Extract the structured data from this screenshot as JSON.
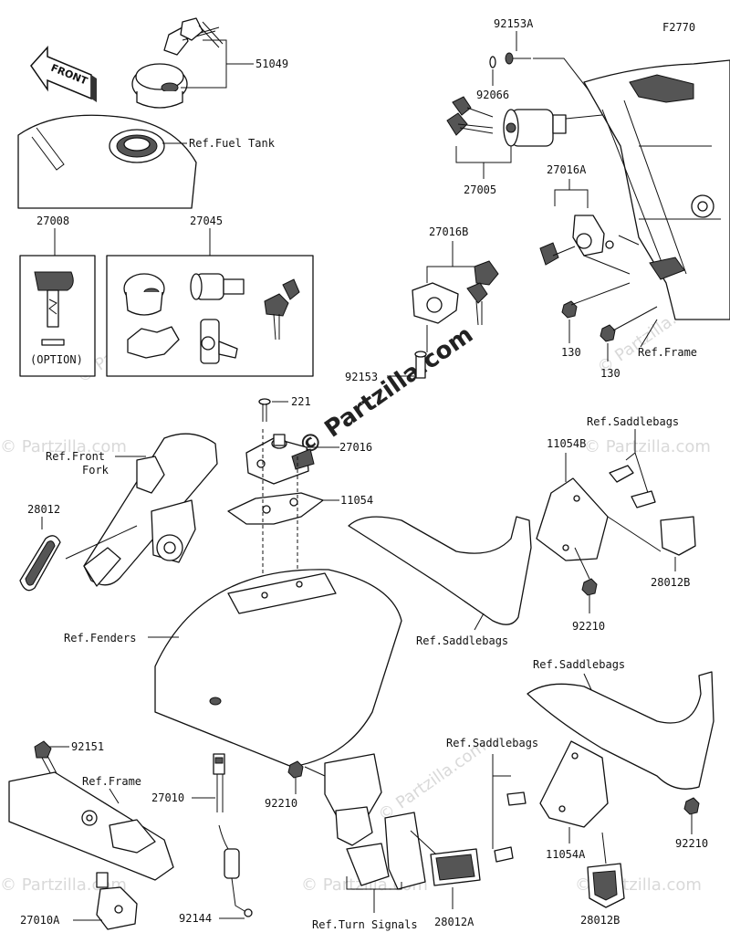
{
  "figure_code": "F2770",
  "front_marker": "FRONT",
  "watermark": "© Partzilla.com",
  "parts": {
    "p51049": "51049",
    "ref_fuel_tank": "Ref.Fuel Tank",
    "p92153A": "92153A",
    "p92066": "92066",
    "p27005": "27005",
    "p27016A": "27016A",
    "p130a": "130",
    "p130b": "130",
    "ref_frame_top": "Ref.Frame",
    "p27008": "27008",
    "option": "(OPTION)",
    "p27045": "27045",
    "p27016B": "27016B",
    "p92153": "92153",
    "p221": "221",
    "p27016": "27016",
    "ref_front_fork_1": "Ref.Front",
    "ref_front_fork_2": "Fork",
    "p28012": "28012",
    "p11054": "11054",
    "ref_saddlebags_1": "Ref.Saddlebags",
    "p11054B": "11054B",
    "p28012B_top": "28012B",
    "p92210_top": "92210",
    "ref_saddlebags_2": "Ref.Saddlebags",
    "ref_fenders": "Ref.Fenders",
    "ref_saddlebags_3": "Ref.Saddlebags",
    "ref_saddlebags_4": "Ref.Saddlebags",
    "p92151": "92151",
    "ref_frame_bottom": "Ref.Frame",
    "p27010": "27010",
    "p92210_mid": "92210",
    "p92210_right": "92210",
    "p11054A": "11054A",
    "p28012A": "28012A",
    "ref_turn_signals": "Ref.Turn Signals",
    "p28012B_bottom": "28012B",
    "p27010A": "27010A",
    "p92144": "92144"
  }
}
